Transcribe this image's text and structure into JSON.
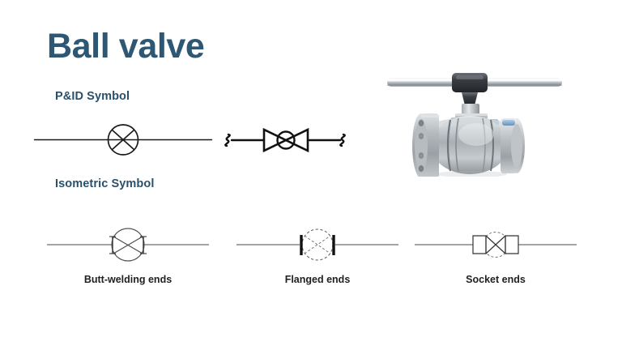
{
  "slide": {
    "background_color": "#ffffff",
    "title": "Ball valve",
    "title_color": "#2e5773",
    "heading_color": "#29506b",
    "caption_color": "#1f1f1f",
    "line_color": "#1a1a1a"
  },
  "sections": {
    "pid": {
      "heading": "P&ID Symbol",
      "symbols": [
        {
          "name": "pid-circle-symbol",
          "description": "circle with internal X on a horizontal pipe line"
        },
        {
          "name": "pid-bowtie-symbol",
          "description": "bowtie valve body with ball circle and squiggle break marks at both pipe ends"
        }
      ]
    },
    "isometric": {
      "heading": "Isometric Symbol",
      "symbols": [
        {
          "name": "butt-welding-symbol",
          "caption": "Butt-welding ends"
        },
        {
          "name": "flanged-symbol",
          "caption": "Flanged ends"
        },
        {
          "name": "socket-symbol",
          "caption": "Socket ends"
        }
      ]
    }
  },
  "photo": {
    "name": "ball-valve-photograph",
    "description": "stainless steel flanged ball valve with long silver lever handle",
    "colors": {
      "handle_metal": "#c9cdd0",
      "body_metal": "#b9bec2",
      "flange_metal": "#a8adb1",
      "handle_cap": "#3a3d42",
      "accent_blue": "#6d9bc6"
    }
  }
}
